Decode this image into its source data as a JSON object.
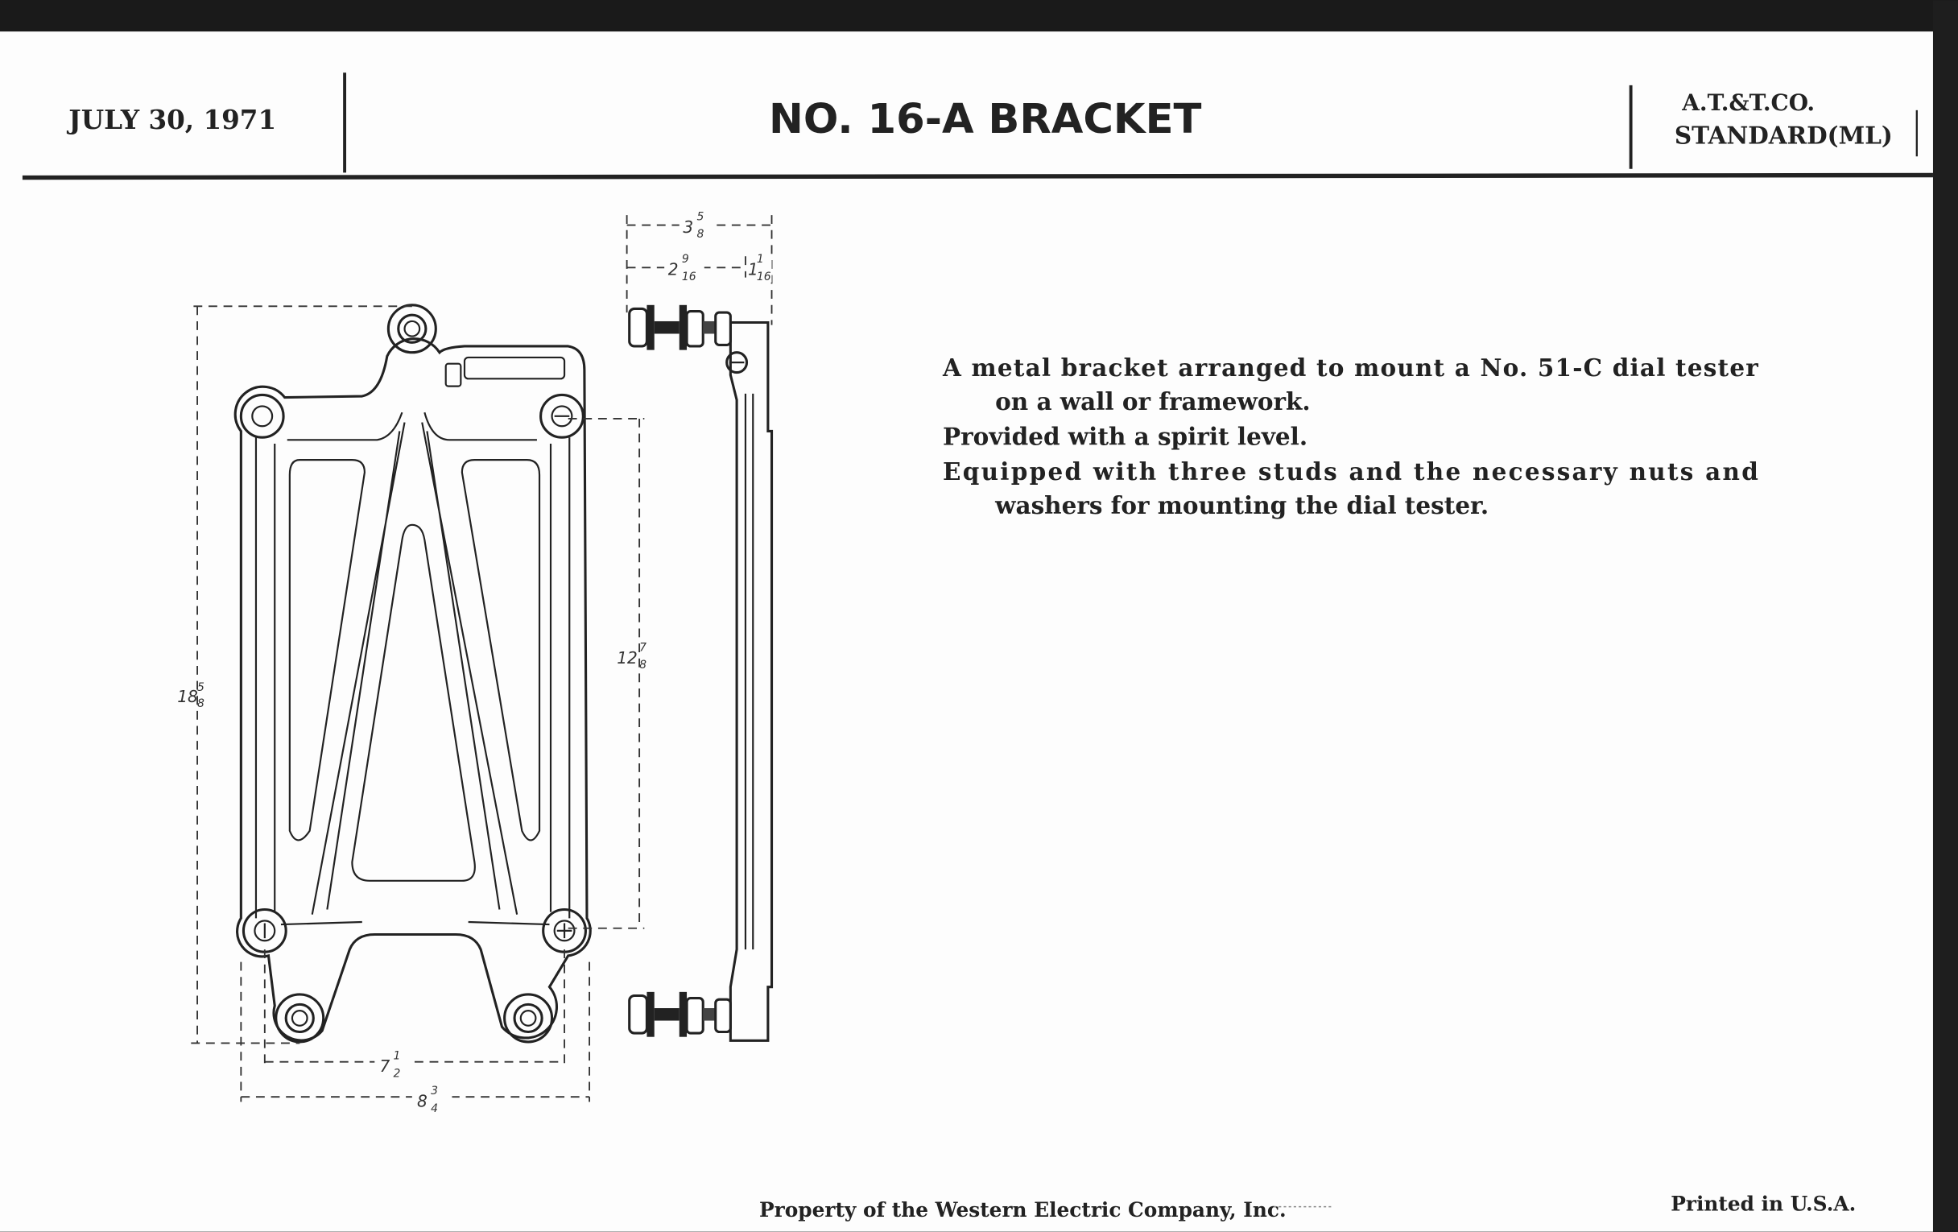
{
  "header": {
    "date": "JULY 30, 1971",
    "title": "NO. 16-A BRACKET",
    "org_line1": "A.T.&T.CO.",
    "org_line2": "STANDARD(ML)"
  },
  "description": {
    "lines": [
      "A metal bracket arranged to mount a No. 51-C dial tester",
      "on a wall or framework.",
      "Provided with a spirit level.",
      "Equipped with three studs and the necessary nuts and",
      "washers for mounting the dial tester."
    ]
  },
  "drawing": {
    "dimensions": {
      "overall_height": {
        "whole": "18",
        "frac_num": "5",
        "frac_den": "8"
      },
      "hole_spacing_vertical": {
        "whole": "12",
        "frac_num": "7",
        "frac_den": "8"
      },
      "hole_spacing_horizontal": {
        "whole": "7",
        "frac_num": "1",
        "frac_den": "2"
      },
      "overall_width": {
        "whole": "8",
        "frac_num": "3",
        "frac_den": "4"
      },
      "overall_depth": {
        "whole": "3",
        "frac_num": "5",
        "frac_den": "8"
      },
      "stud_length": {
        "whole": "2",
        "frac_num": "9",
        "frac_den": "16"
      },
      "bracket_thickness": {
        "whole": "1",
        "frac_num": "1",
        "frac_den": "16"
      }
    }
  },
  "footer": {
    "property": "Property of the Western Electric Company, Inc.",
    "printed": "Printed in U.S.A."
  }
}
